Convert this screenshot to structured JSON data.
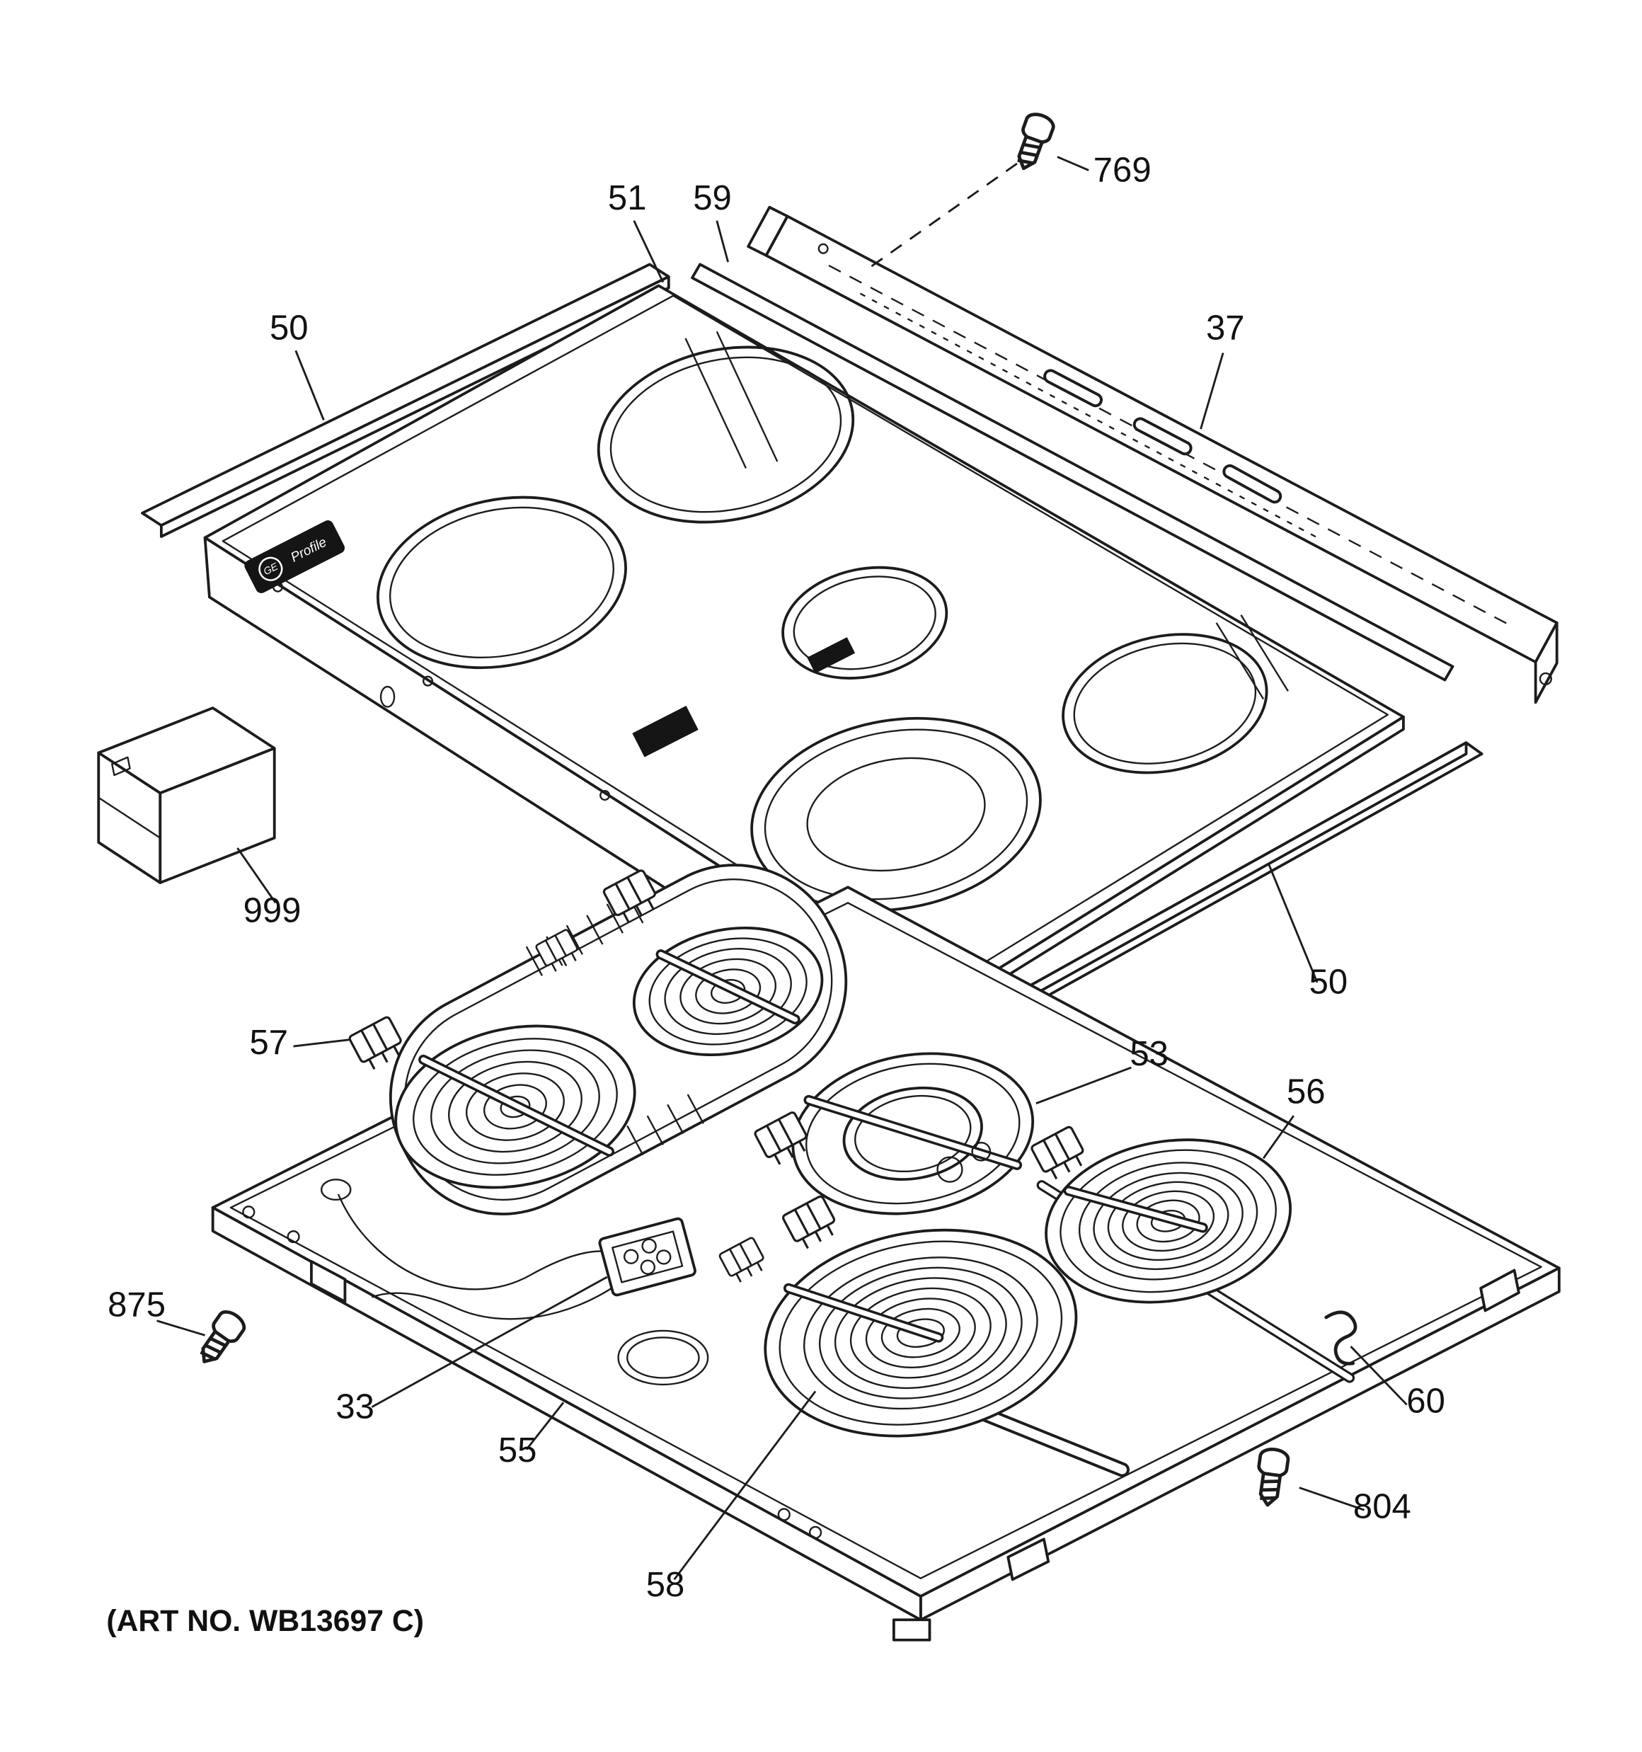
{
  "diagram": {
    "kind": "appliance-exploded-parts-diagram",
    "art_no": "(ART NO. WB13697 C)",
    "logo": {
      "monogram": "GE",
      "name": "Profile"
    },
    "callouts": {
      "n769": "769",
      "n51": "51",
      "n59": "59",
      "n50_top": "50",
      "n37": "37",
      "n999": "999",
      "n57": "57",
      "n53": "53",
      "n56": "56",
      "n50_right": "50",
      "n875": "875",
      "n33": "33",
      "n55": "55",
      "n60": "60",
      "n804": "804",
      "n58": "58"
    },
    "colors": {
      "line": "#1c1c1c",
      "background": "#ffffff",
      "label": "#111111"
    }
  }
}
